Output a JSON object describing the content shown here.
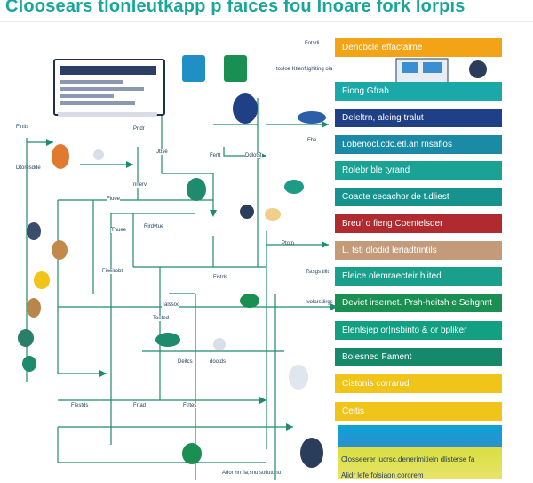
{
  "title": "Cloosears tlonleutkapp p faices fou lnoare fork lorpis",
  "bars": [
    {
      "label": "Dencbcle effactaime",
      "color": "#f2a416"
    },
    {
      "label": "Fiong Gfrab",
      "color": "#1aa8a8"
    },
    {
      "label": "Deleltrn, aleing tralut",
      "color": "#1f3f86"
    },
    {
      "label": "Lobenocl.cdc.etl.an rnsaflos",
      "color": "#1a8aa5"
    },
    {
      "label": "Rolebr ble tyrand",
      "color": "#1aa394"
    },
    {
      "label": "Coacte cecachor de t.dliest",
      "color": "#16938f"
    },
    {
      "label": "Breuf o fieng Coentelsder",
      "color": "#b02a2f"
    },
    {
      "label": "L. tsti dlodid leriadtrintils",
      "color": "#c39b7a"
    },
    {
      "label": "Eleice olemraecteir hlited",
      "color": "#1a9f8c"
    },
    {
      "label": "Deviet irsernet. Prsh-heitsh e Sehgnnt",
      "color": "#1a8f52"
    },
    {
      "label": "Elenlsjep or|nsbinto & or bpliker",
      "color": "#13a082"
    },
    {
      "label": "Bolesned Fament",
      "color": "#16896a"
    },
    {
      "label": "Cistonis corrarud",
      "color": "#f0c419"
    },
    {
      "label": "Ceitis",
      "color": "#f0c419"
    }
  ],
  "side_labels": [
    "Fotsdi",
    "tosloe Ktlenftighiting oia",
    "Fhe",
    "Ptotn",
    "Tstsgs tlilt",
    "Ivolarsdirgs",
    "Finlts",
    "Dtoresdde",
    "Ador hn fla;snu sollutonu"
  ],
  "node_labels": [
    "Pndr",
    "Jbse",
    "Fertt",
    "nnerv",
    "Fiuee",
    "Thuee",
    "Rirdvtue",
    "Fiseirobt",
    "Talssoo",
    "Toeted",
    "Deitcs",
    "dootds",
    "Fiestds",
    "Frtad",
    "Ftrtes",
    "Fistds",
    "Ddlotst"
  ],
  "bottom_text": [
    "Closseerer iucrsc.denerimitieln dlisterse fa",
    "Alidr lefe folsiaon cororem"
  ],
  "colors": {
    "line": "#1e8a6e",
    "title": "#1aa69a"
  }
}
